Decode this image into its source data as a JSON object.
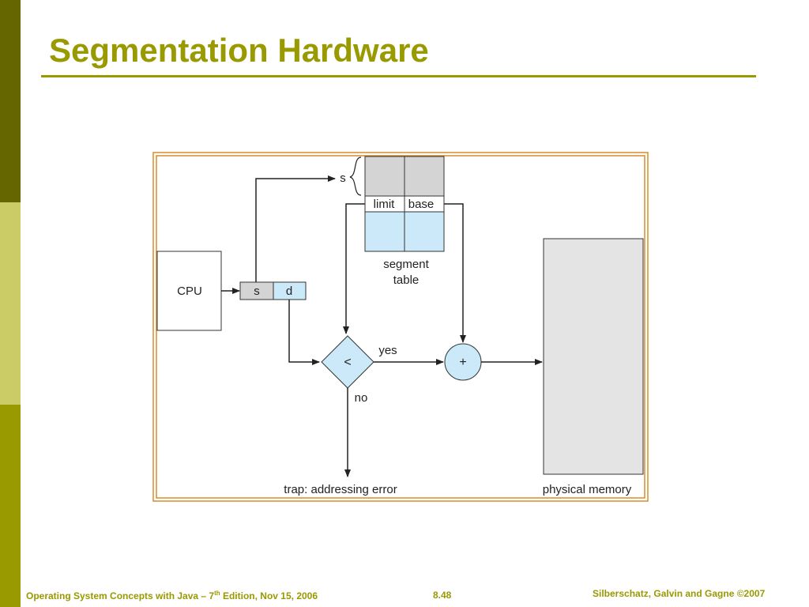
{
  "slide": {
    "title": "Segmentation Hardware",
    "footer_left_pre": "Operating System Concepts with Java – 7",
    "footer_left_sup": "th",
    "footer_left_post": " Edition, Nov 15, 2006",
    "footer_center": "8.48",
    "footer_right": "Silberschatz, Galvin and Gagne ©2007"
  },
  "diagram": {
    "cpu_label": "CPU",
    "addr_s": "s",
    "addr_d": "d",
    "s_label": "s",
    "limit_label": "limit",
    "base_label": "base",
    "segment_table_line1": "segment",
    "segment_table_line2": "table",
    "compare_symbol": "<",
    "add_symbol": "+",
    "yes_label": "yes",
    "no_label": "no",
    "trap_label": "trap: addressing error",
    "memory_label": "physical memory"
  },
  "colors": {
    "accent": "#999900",
    "sidebar_dark": "#666600",
    "sidebar_light": "#cccc66",
    "frame": "#d98c2b",
    "entry_gray": "#d4d4d4",
    "entry_blue": "#cce9f9",
    "memory_fill": "#e4e4e4"
  }
}
